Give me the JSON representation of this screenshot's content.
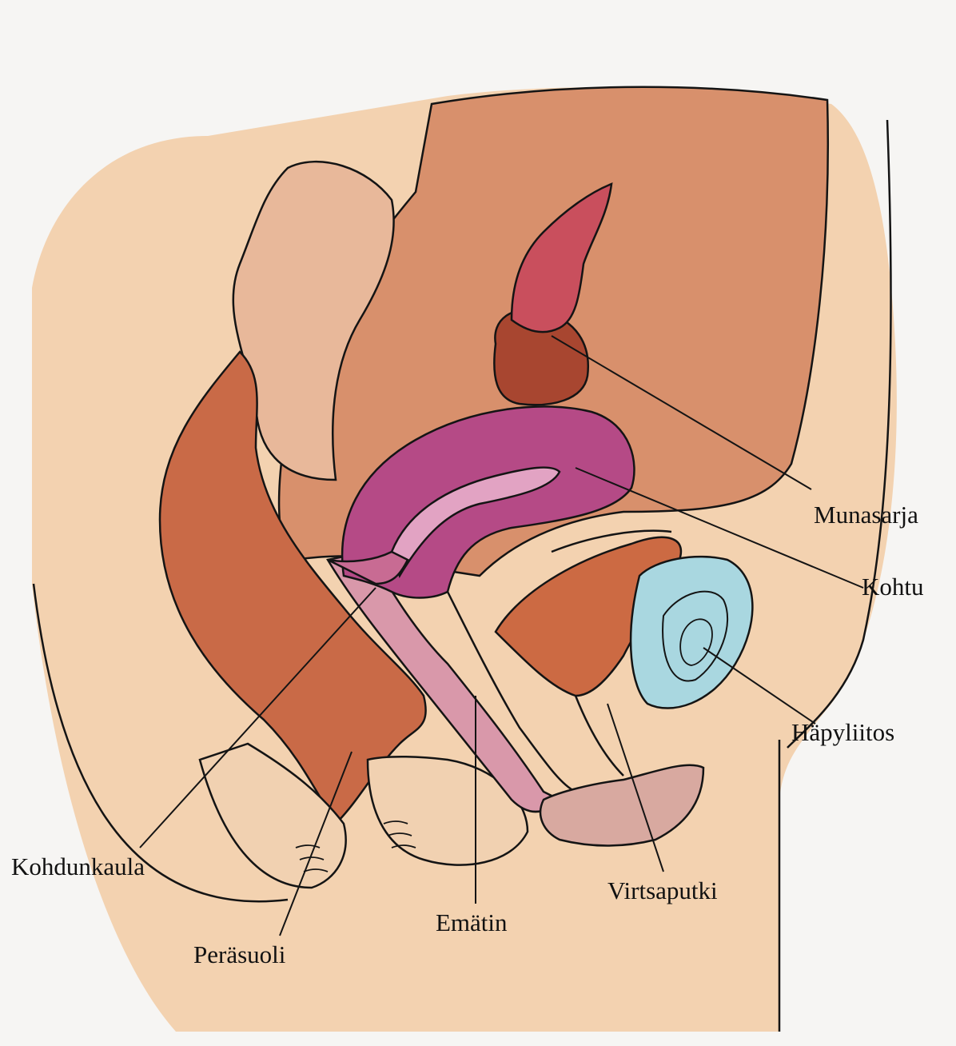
{
  "labels": {
    "ovary": "Munasarja",
    "uterus": "Kohtu",
    "pubic_symphysis": "Häpyliitos",
    "cervix": "Kohdunkaula",
    "rectum": "Peräsuoli",
    "vagina": "Emätin",
    "urethra": "Virtsaputki"
  },
  "colors": {
    "paper": "#f6f5f3",
    "skin": "#f3d2b0",
    "muscle": "#c96a47",
    "uterus": "#b54a86",
    "uterus_cavity": "#e2a3c3",
    "vagina": "#d998aa",
    "bladder": "#cc6a43",
    "ovary": "#a84630",
    "tube": "#c94f5d",
    "bone": "#a9d7e0",
    "ink": "#141414"
  }
}
